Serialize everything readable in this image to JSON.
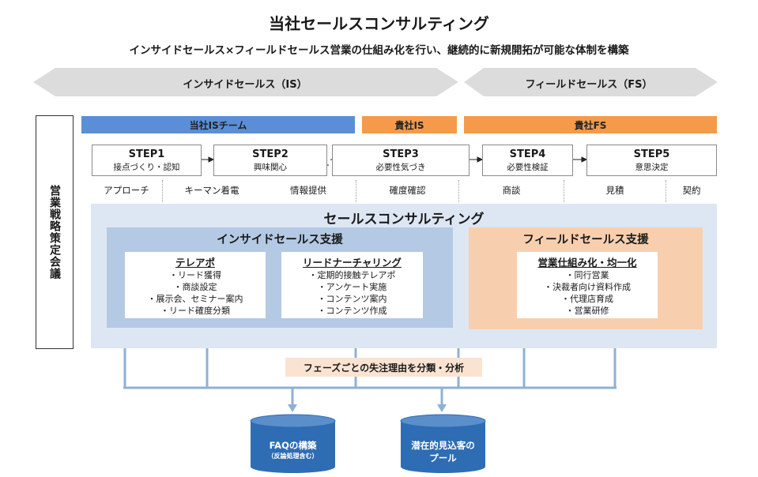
{
  "title": "当社セールスコンサルティング",
  "subtitle": "インサイドセールス×フィールドセールス営業の仕組み化を行い、継続的に新規開拓が可能な体制を構築",
  "phases": {
    "inside": "インサイドセールス（IS）",
    "field": "フィールドセールス（FS）"
  },
  "teams": {
    "our_is": "当社ISチーム",
    "client_is": "貴社IS",
    "client_fs": "貴社FS"
  },
  "steps": [
    {
      "title": "STEP1",
      "sub": "接点づくり・認知"
    },
    {
      "title": "STEP2",
      "sub": "興味関心"
    },
    {
      "title": "STEP3",
      "sub": "必要性気づき"
    },
    {
      "title": "STEP4",
      "sub": "必要性検証"
    },
    {
      "title": "STEP5",
      "sub": "意思決定"
    }
  ],
  "activities": [
    "アプローチ",
    "キーマン着電",
    "情報提供",
    "確度確認",
    "商談",
    "見積",
    "契約"
  ],
  "side_label": "営業戦略策定会議",
  "sales_consulting": {
    "title": "セールスコンサルティング",
    "inside_support": {
      "title": "インサイドセールス支援",
      "cards": [
        {
          "heading": "テレアポ",
          "items": [
            "・リード獲得",
            "・商談設定",
            "・展示会、セミナー案内",
            "・リード確度分類"
          ]
        },
        {
          "heading": "リードナーチャリング",
          "items": [
            "・定期的接触テレアポ",
            "・アンケート実施",
            "・コンテンツ案内",
            "・コンテンツ作成"
          ]
        }
      ]
    },
    "field_support": {
      "title": "フィールドセールス支援",
      "cards": [
        {
          "heading": "営業仕組み化・均一化",
          "items": [
            "・同行営業",
            "・決裁者向け資料作成",
            "・代理店育成",
            "・営業研修"
          ]
        }
      ]
    }
  },
  "analysis": "フェーズごとの失注理由を分類・分析",
  "databases": [
    {
      "line1": "FAQの構築",
      "line2": "（反論処理含む）"
    },
    {
      "line1": "潜在的見込客の",
      "line2": "プール"
    }
  ],
  "colors": {
    "arrow_gray": "#dcdcdc",
    "our_team_blue": "#5b8ed6",
    "client_orange": "#f59a4a",
    "consulting_bg": "#dde7f3",
    "inside_box": "#b4c9e3",
    "field_box": "#f8cfae",
    "connector": "#8fb0d6",
    "cylinder": "#2e6db3"
  }
}
